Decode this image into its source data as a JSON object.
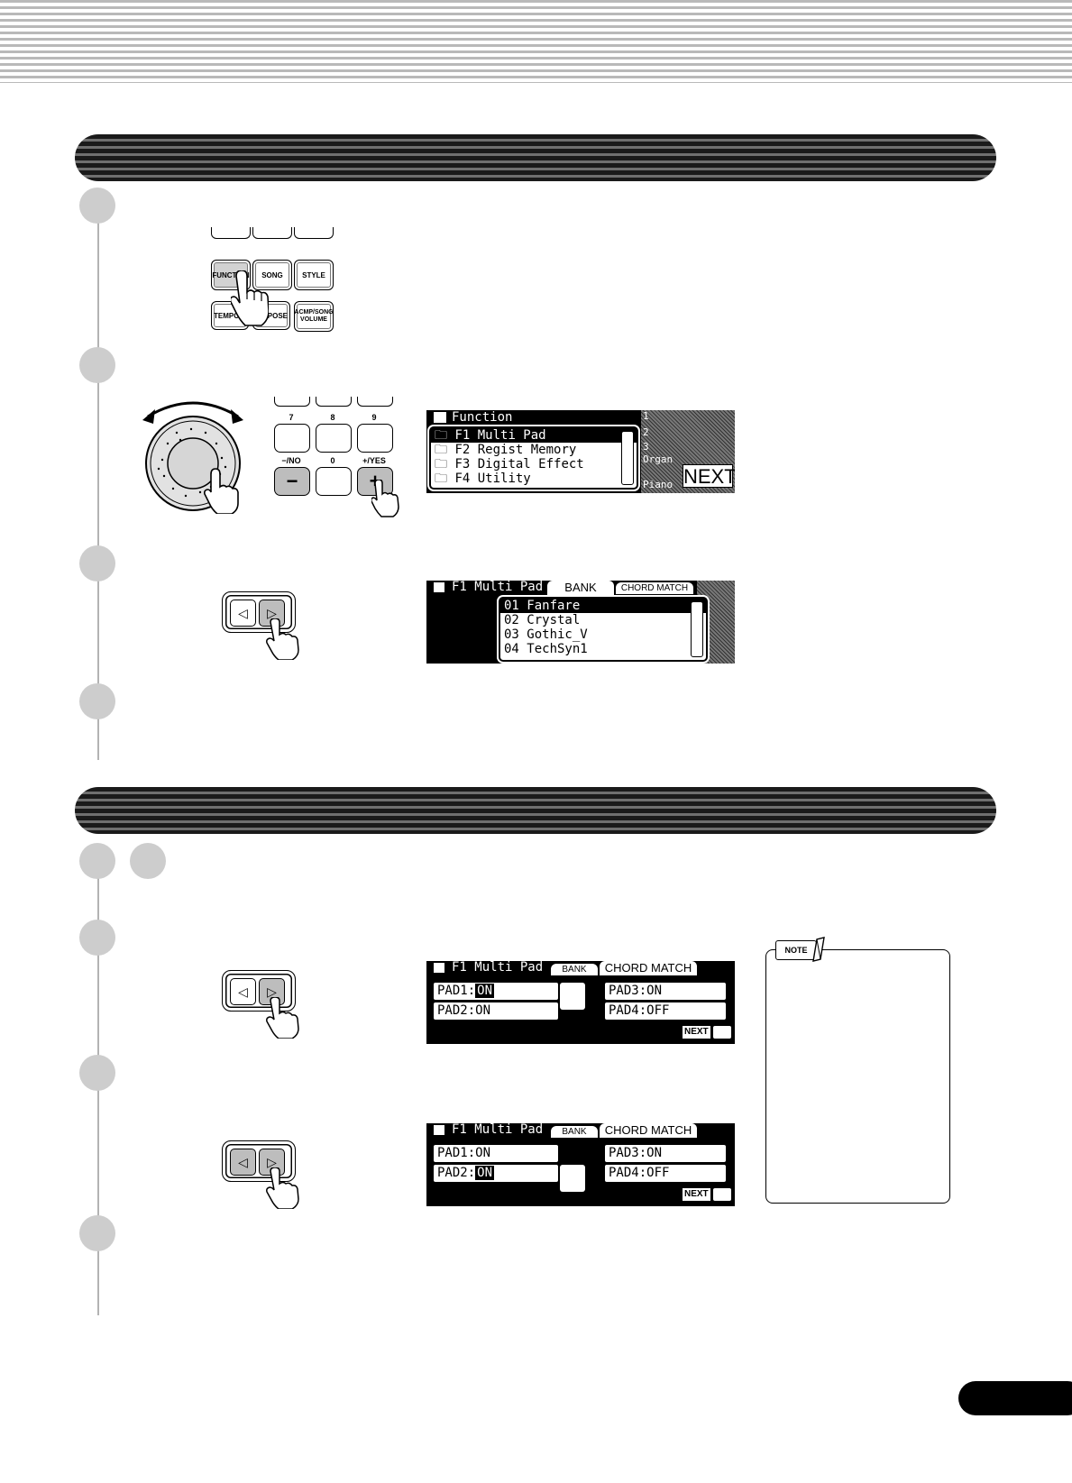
{
  "front_panel": {
    "button_function": "FUNCTION",
    "button_song": "SONG",
    "button_style": "STYLE",
    "button_tempo_tap": "TEMPO/TA",
    "button_transpose": "NSPOSE",
    "button_acmp_volume": "ACMP/SONG\nVOLUME"
  },
  "numeric_keypad": {
    "key_7": "7",
    "key_8": "8",
    "key_9": "9",
    "label_no": "−/NO",
    "key_0": "0",
    "label_yes": "+/YES",
    "minus_symbol": "−",
    "plus_symbol": "+"
  },
  "lcd_function_menu": {
    "title": "Function",
    "items": [
      "F1 Multi Pad",
      "F2 Regist Memory",
      "F3 Digital Effect",
      "F4 Utility"
    ],
    "selected_index": 0,
    "side_labels": [
      "1",
      "2",
      "3",
      "Organ",
      "Piano"
    ],
    "next_label": "NEXT"
  },
  "lcd_bank": {
    "title": "F1 Multi Pad",
    "tab_bank": "BANK",
    "tab_chord_match": "CHORD MATCH",
    "items": [
      "01 Fanfare",
      "02 Crystal",
      "03 Gothic_V",
      "04 TechSyn1"
    ],
    "selected_index": 0
  },
  "lcd_chord_match_1": {
    "title": "F1 Multi Pad",
    "tab_bank": "BANK",
    "tab_chord_match": "CHORD MATCH",
    "pads": [
      {
        "label": "PAD1:",
        "value": "ON",
        "selected": true
      },
      {
        "label": "PAD2:",
        "value": "ON",
        "selected": false
      },
      {
        "label": "PAD3:",
        "value": "ON",
        "selected": false
      },
      {
        "label": "PAD4:",
        "value": "OFF",
        "selected": false
      }
    ],
    "next_label": "NEXT"
  },
  "lcd_chord_match_2": {
    "title": "F1 Multi Pad",
    "tab_bank": "BANK",
    "tab_chord_match": "CHORD MATCH",
    "pads": [
      {
        "label": "PAD1:",
        "value": "ON",
        "selected": false
      },
      {
        "label": "PAD2:",
        "value": "ON",
        "selected": true
      },
      {
        "label": "PAD3:",
        "value": "ON",
        "selected": false
      },
      {
        "label": "PAD4:",
        "value": "OFF",
        "selected": false
      }
    ],
    "next_label": "NEXT"
  },
  "note": {
    "label": "NOTE"
  }
}
